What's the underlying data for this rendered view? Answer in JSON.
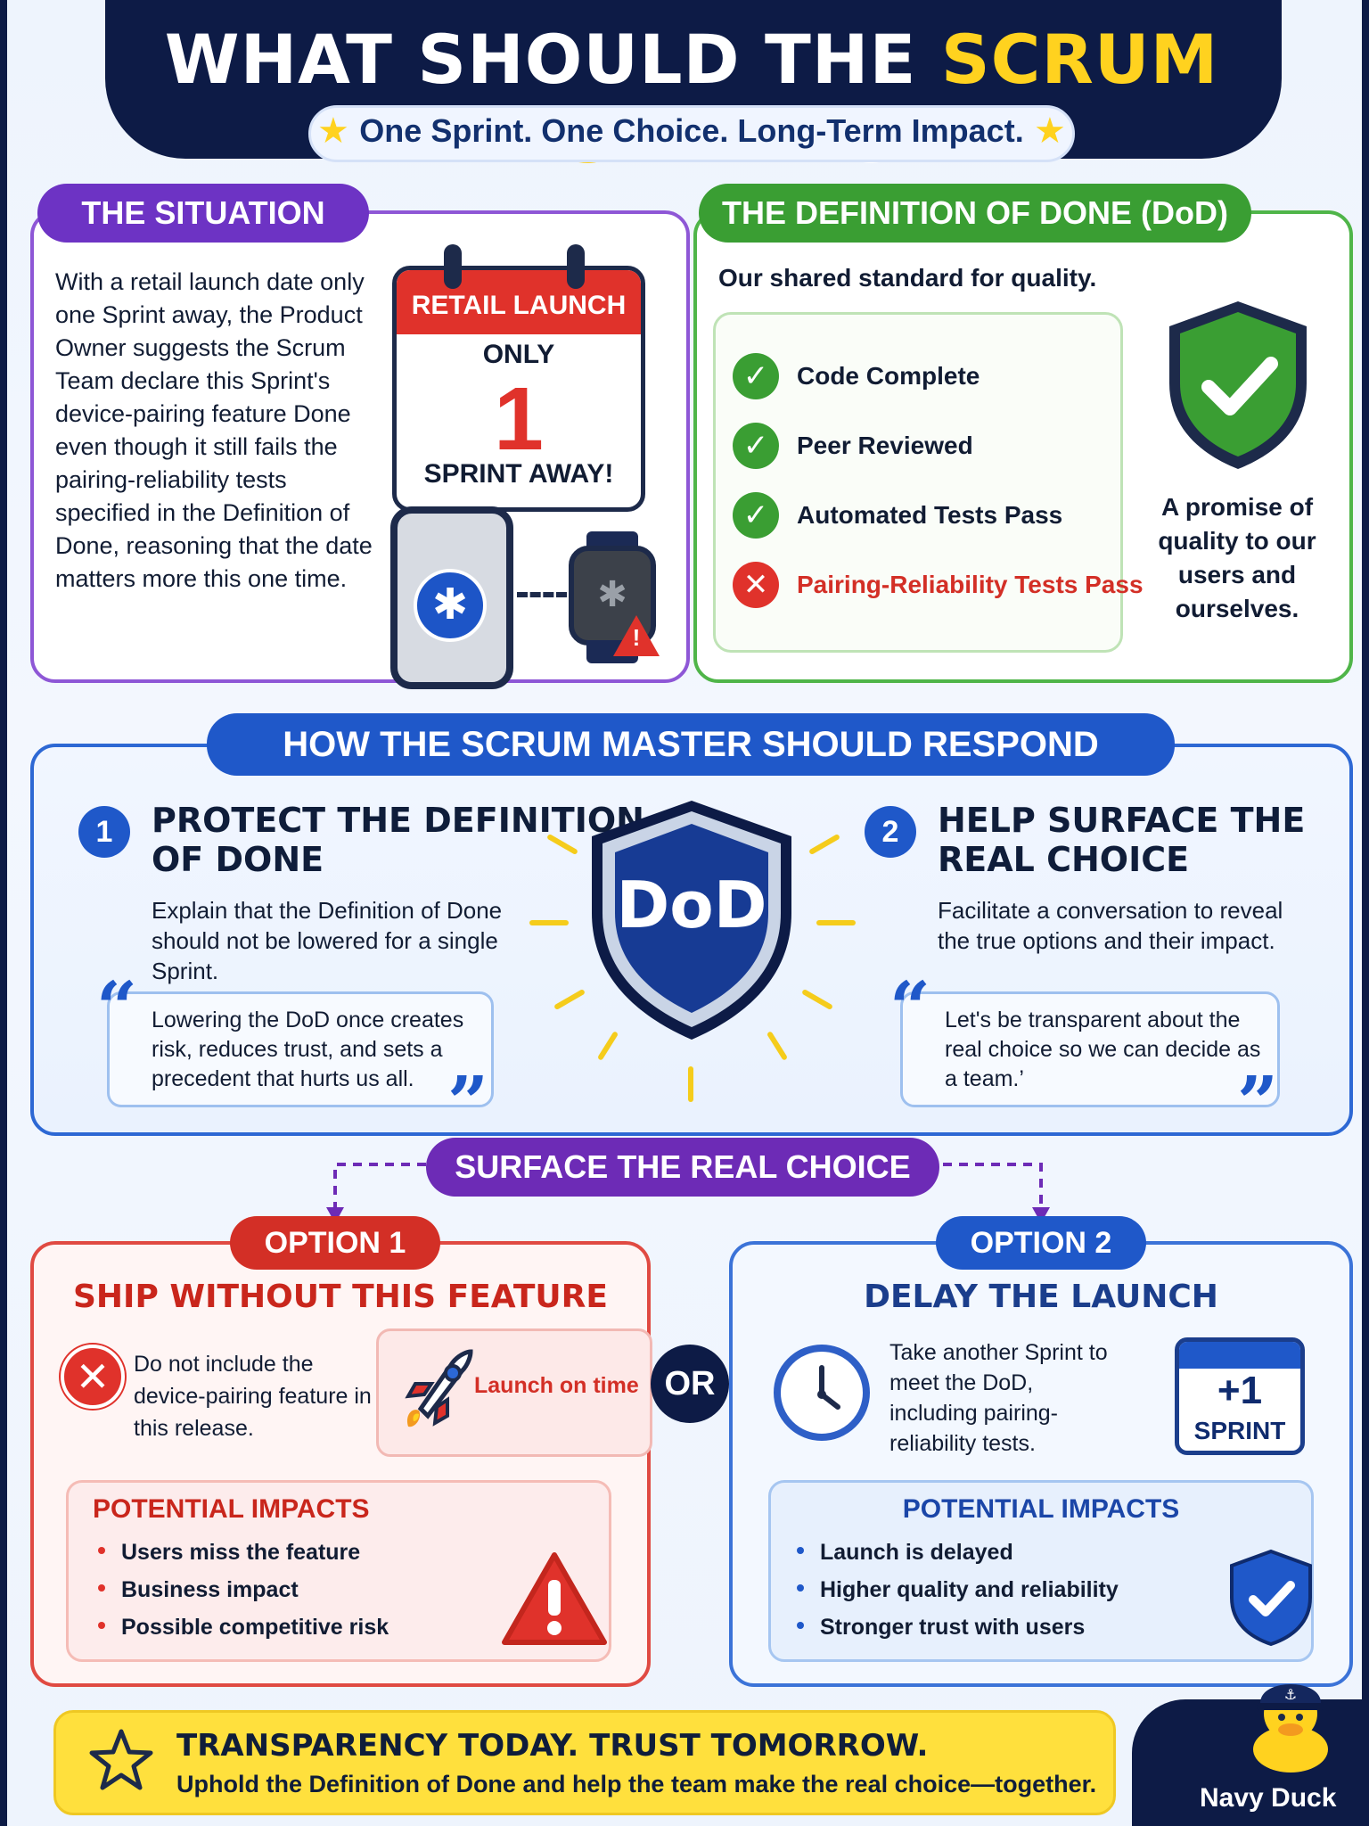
{
  "header": {
    "title_a": "WHAT SHOULD THE ",
    "title_highlight": "SCRUM MASTER",
    "title_b": " DO?",
    "subtitle": "One Sprint. One Choice. Long-Term Impact."
  },
  "situation": {
    "label": "THE SITUATION",
    "text": "With a retail launch date only one Sprint away, the Product Owner suggests the Scrum Team declare this Sprint's device-pairing feature Done even though it still fails the pairing-reliability tests specified in the Definition of Done, reasoning that the date matters more this one time.",
    "calendar": {
      "header": "RETAIL LAUNCH",
      "only": "ONLY",
      "number": "1",
      "away": "SPRINT AWAY!"
    }
  },
  "dod": {
    "label": "THE DEFINITION OF DONE (DoD)",
    "subtitle": "Our shared standard for quality.",
    "items": [
      {
        "label": "Code Complete",
        "status": "pass"
      },
      {
        "label": "Peer Reviewed",
        "status": "pass"
      },
      {
        "label": "Automated Tests Pass",
        "status": "pass"
      },
      {
        "label": "Pairing-Reliability Tests Pass",
        "status": "fail"
      }
    ],
    "promise": "A promise of quality to our users and ourselves."
  },
  "respond": {
    "label": "HOW THE SCRUM MASTER SHOULD RESPOND",
    "badge": "DoD",
    "step1": {
      "number": "1",
      "heading_line1": "PROTECT THE DEFINITION",
      "heading_line2": "OF DONE",
      "text": "Explain that the Definition of Done should not be lowered for a single Sprint.",
      "quote": "Lowering the DoD once creates risk, reduces trust, and sets a precedent that hurts us all."
    },
    "step2": {
      "number": "2",
      "heading_line1": "HELP SURFACE THE",
      "heading_line2": "REAL CHOICE",
      "text": "Facilitate a conversation to reveal the true options and their impact.",
      "quote": "Let's be transparent about the real choice so we can decide as a team.’"
    }
  },
  "choice": {
    "label": "SURFACE THE REAL CHOICE",
    "or": "OR",
    "option1": {
      "label": "OPTION 1",
      "heading": "SHIP WITHOUT THIS FEATURE",
      "text": "Do not include the device-pairing feature in this release.",
      "callout": "Launch on time",
      "impacts_title": "POTENTIAL IMPACTS",
      "impacts": [
        "Users miss the feature",
        "Business impact",
        "Possible competitive risk"
      ]
    },
    "option2": {
      "label": "OPTION 2",
      "heading": "DELAY THE LAUNCH",
      "text": "Take another Sprint to meet the DoD, including pairing-reliability tests.",
      "calendar_plus": "+1",
      "calendar_label": "SPRINT",
      "impacts_title": "POTENTIAL IMPACTS",
      "impacts": [
        "Launch is delayed",
        "Higher quality and reliability",
        "Stronger trust with users"
      ]
    }
  },
  "footer": {
    "heading": "TRANSPARENCY TODAY. TRUST TOMORROW.",
    "text": "Uphold the Definition of Done and help the team make the real choice—together.",
    "brand": "Navy Duck"
  },
  "icons": {
    "star": "star-icon",
    "bluetooth": "bluetooth-icon",
    "check": "check-icon",
    "x": "x-icon",
    "shield": "shield-icon",
    "rocket": "rocket-icon",
    "clock": "clock-icon",
    "warning": "warning-icon",
    "calendar": "calendar-icon",
    "duck": "duck-icon"
  },
  "colors": {
    "navy": "#0d1b46",
    "yellow": "#ffd21f",
    "purple": "#6d33c4",
    "green": "#3a9e33",
    "blue": "#1f58c9",
    "red": "#d32f26"
  }
}
